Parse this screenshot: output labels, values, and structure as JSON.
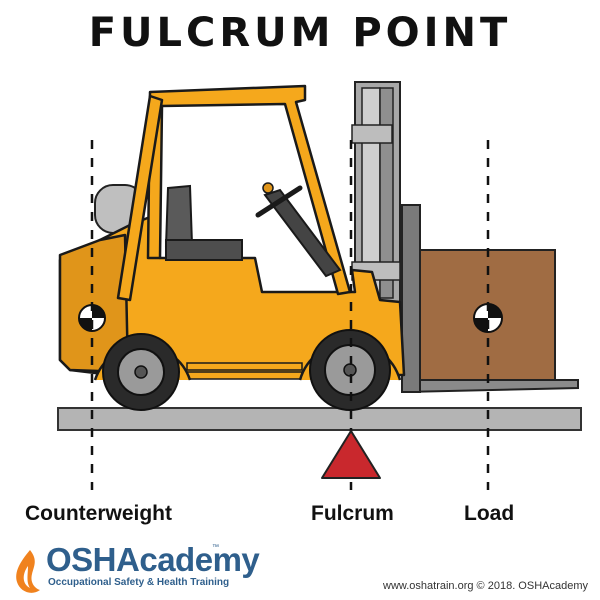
{
  "title": "FULCRUM POINT",
  "labels": {
    "counterweight": "Counterweight",
    "fulcrum": "Fulcrum",
    "load": "Load"
  },
  "logo": {
    "brand_part1": "OSH",
    "brand_part2": "Academy",
    "trademark": "™",
    "tagline": "Occupational Safety & Health Training"
  },
  "copyright": "www.oshatrain.org © 2018. OSHAcademy",
  "colors": {
    "forklift_body": "#f5a81c",
    "forklift_outline": "#1a1a1a",
    "mast": "#9a9a9a",
    "seat": "#5a5a5a",
    "load_box": "#a06c43",
    "ground": "#b4b4b4",
    "fulcrum_triangle": "#c9282d",
    "logo_blue": "#2f5f8c",
    "logo_orange": "#f0821e"
  }
}
